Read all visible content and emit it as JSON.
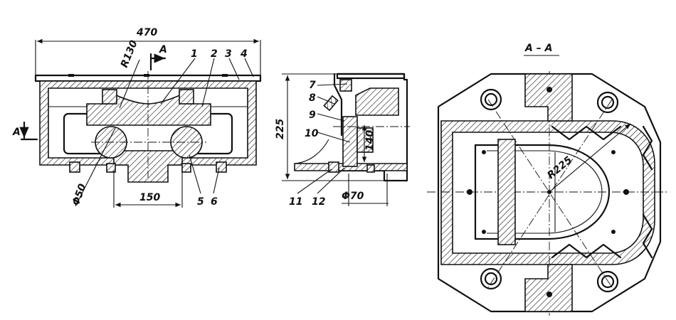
{
  "front_view": {
    "dim_width": "470",
    "dim_radius": "R130",
    "dim_shaft": "Φ50",
    "dim_spacing": "150",
    "section_mark_top": "A",
    "section_mark_left": "A",
    "callouts": [
      "1",
      "2",
      "3",
      "4",
      "5",
      "6"
    ]
  },
  "side_view": {
    "dim_height": "225",
    "dim_inner": "140",
    "dim_bore": "Φ70",
    "callouts": [
      "7",
      "8",
      "9",
      "10",
      "11",
      "12"
    ]
  },
  "section_view": {
    "title": "A – A",
    "dim_radius": "R225"
  }
}
